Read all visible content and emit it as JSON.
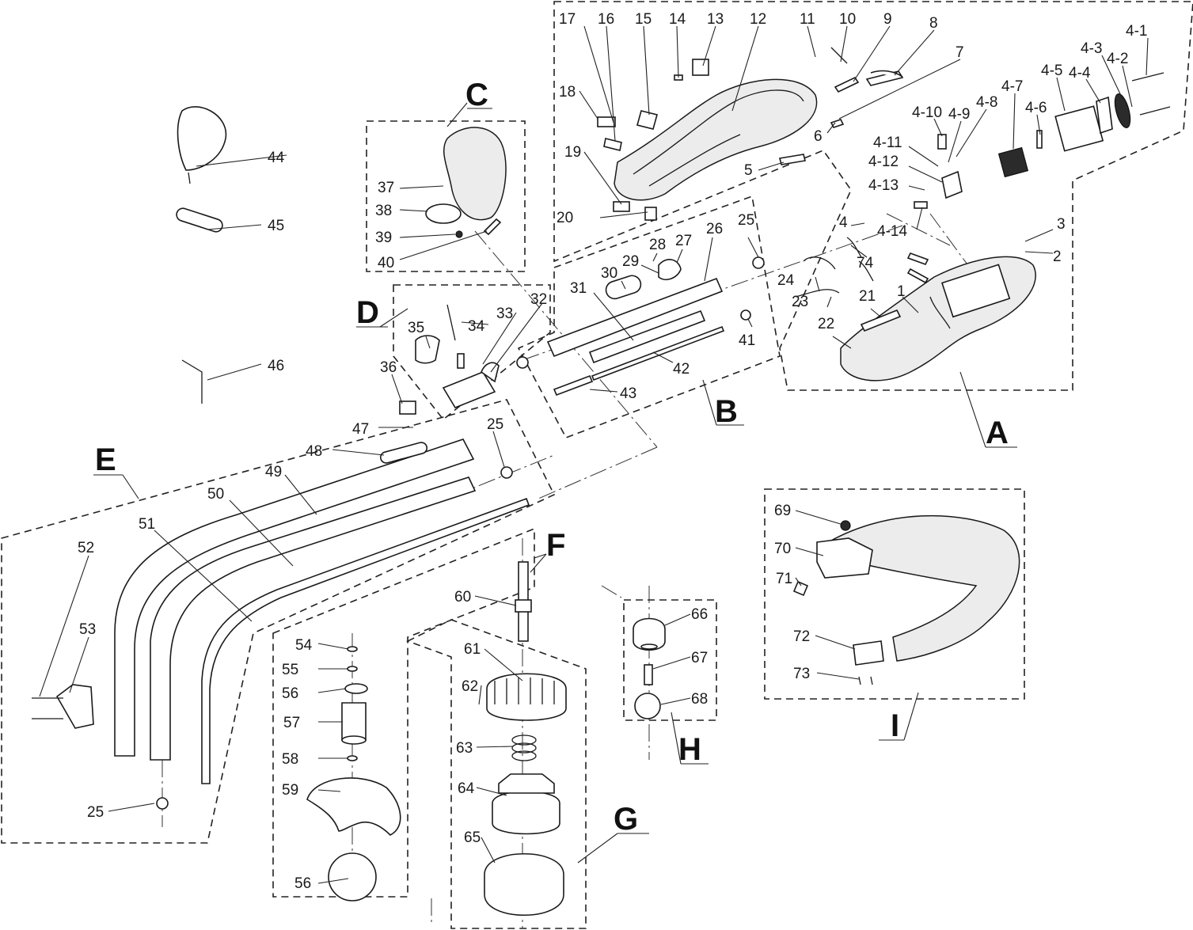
{
  "groups": [
    {
      "id": "A",
      "label": "A"
    },
    {
      "id": "B",
      "label": "B"
    },
    {
      "id": "C",
      "label": "C"
    },
    {
      "id": "D",
      "label": "D"
    },
    {
      "id": "E",
      "label": "E"
    },
    {
      "id": "F",
      "label": "F"
    },
    {
      "id": "G",
      "label": "G"
    },
    {
      "id": "H",
      "label": "H"
    },
    {
      "id": "I",
      "label": "I"
    }
  ],
  "callouts": [
    {
      "id": "p1",
      "label": "1"
    },
    {
      "id": "p2",
      "label": "2"
    },
    {
      "id": "p3",
      "label": "3"
    },
    {
      "id": "p4",
      "label": "4"
    },
    {
      "id": "p4-1",
      "label": "4-1"
    },
    {
      "id": "p4-2",
      "label": "4-2"
    },
    {
      "id": "p4-3",
      "label": "4-3"
    },
    {
      "id": "p4-4",
      "label": "4-4"
    },
    {
      "id": "p4-5",
      "label": "4-5"
    },
    {
      "id": "p4-6",
      "label": "4-6"
    },
    {
      "id": "p4-7",
      "label": "4-7"
    },
    {
      "id": "p4-8",
      "label": "4-8"
    },
    {
      "id": "p4-9",
      "label": "4-9"
    },
    {
      "id": "p4-10",
      "label": "4-10"
    },
    {
      "id": "p4-11",
      "label": "4-11"
    },
    {
      "id": "p4-12",
      "label": "4-12"
    },
    {
      "id": "p4-13",
      "label": "4-13"
    },
    {
      "id": "p4-14",
      "label": "4-14"
    },
    {
      "id": "p5",
      "label": "5"
    },
    {
      "id": "p6",
      "label": "6"
    },
    {
      "id": "p7",
      "label": "7"
    },
    {
      "id": "p8",
      "label": "8"
    },
    {
      "id": "p9",
      "label": "9"
    },
    {
      "id": "p10",
      "label": "10"
    },
    {
      "id": "p11",
      "label": "11"
    },
    {
      "id": "p12",
      "label": "12"
    },
    {
      "id": "p13",
      "label": "13"
    },
    {
      "id": "p14",
      "label": "14"
    },
    {
      "id": "p15",
      "label": "15"
    },
    {
      "id": "p16",
      "label": "16"
    },
    {
      "id": "p17",
      "label": "17"
    },
    {
      "id": "p18",
      "label": "18"
    },
    {
      "id": "p19",
      "label": "19"
    },
    {
      "id": "p20",
      "label": "20"
    },
    {
      "id": "p21",
      "label": "21"
    },
    {
      "id": "p22",
      "label": "22"
    },
    {
      "id": "p23",
      "label": "23"
    },
    {
      "id": "p24",
      "label": "24"
    },
    {
      "id": "p25a",
      "label": "25"
    },
    {
      "id": "p25b",
      "label": "25"
    },
    {
      "id": "p25c",
      "label": "25"
    },
    {
      "id": "p26",
      "label": "26"
    },
    {
      "id": "p27",
      "label": "27"
    },
    {
      "id": "p28",
      "label": "28"
    },
    {
      "id": "p29",
      "label": "29"
    },
    {
      "id": "p30",
      "label": "30"
    },
    {
      "id": "p31",
      "label": "31"
    },
    {
      "id": "p32",
      "label": "32"
    },
    {
      "id": "p33",
      "label": "33"
    },
    {
      "id": "p34",
      "label": "34"
    },
    {
      "id": "p35",
      "label": "35"
    },
    {
      "id": "p36",
      "label": "36"
    },
    {
      "id": "p37",
      "label": "37"
    },
    {
      "id": "p38",
      "label": "38"
    },
    {
      "id": "p39",
      "label": "39"
    },
    {
      "id": "p40",
      "label": "40"
    },
    {
      "id": "p41",
      "label": "41"
    },
    {
      "id": "p42",
      "label": "42"
    },
    {
      "id": "p43",
      "label": "43"
    },
    {
      "id": "p44",
      "label": "44"
    },
    {
      "id": "p45",
      "label": "45"
    },
    {
      "id": "p46",
      "label": "46"
    },
    {
      "id": "p47",
      "label": "47"
    },
    {
      "id": "p48",
      "label": "48"
    },
    {
      "id": "p49",
      "label": "49"
    },
    {
      "id": "p50",
      "label": "50"
    },
    {
      "id": "p51",
      "label": "51"
    },
    {
      "id": "p52",
      "label": "52"
    },
    {
      "id": "p53",
      "label": "53"
    },
    {
      "id": "p54",
      "label": "54"
    },
    {
      "id": "p55",
      "label": "55"
    },
    {
      "id": "p56a",
      "label": "56"
    },
    {
      "id": "p56b",
      "label": "56"
    },
    {
      "id": "p57",
      "label": "57"
    },
    {
      "id": "p58",
      "label": "58"
    },
    {
      "id": "p59",
      "label": "59"
    },
    {
      "id": "p60",
      "label": "60"
    },
    {
      "id": "p61",
      "label": "61"
    },
    {
      "id": "p62",
      "label": "62"
    },
    {
      "id": "p63",
      "label": "63"
    },
    {
      "id": "p64",
      "label": "64"
    },
    {
      "id": "p65",
      "label": "65"
    },
    {
      "id": "p66",
      "label": "66"
    },
    {
      "id": "p67",
      "label": "67"
    },
    {
      "id": "p68",
      "label": "68"
    },
    {
      "id": "p69",
      "label": "69"
    },
    {
      "id": "p70",
      "label": "70"
    },
    {
      "id": "p71",
      "label": "71"
    },
    {
      "id": "p72",
      "label": "72"
    },
    {
      "id": "p73",
      "label": "73"
    },
    {
      "id": "p74",
      "label": "74"
    }
  ]
}
